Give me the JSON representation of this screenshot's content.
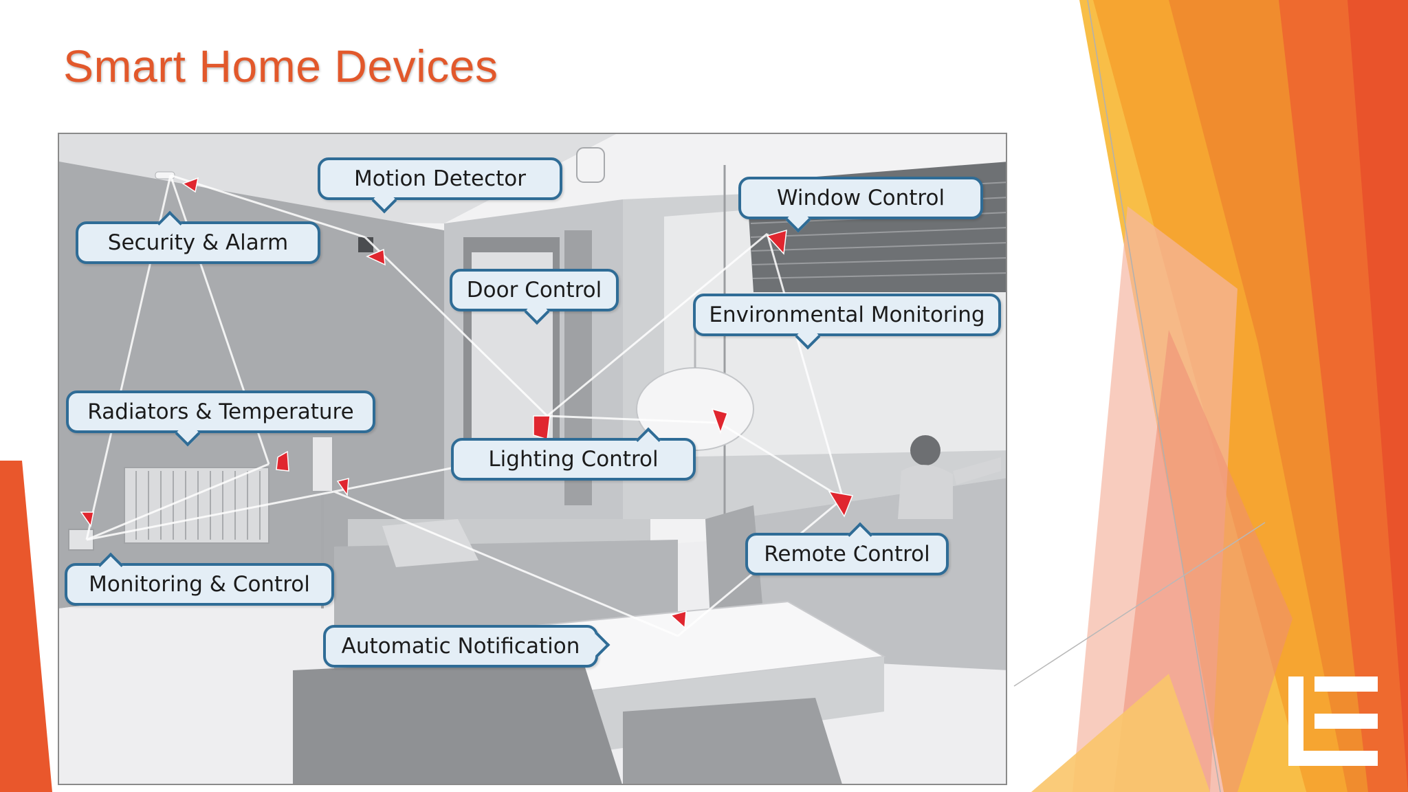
{
  "slide": {
    "title": "Smart Home Devices",
    "accent_color": "#e2582b",
    "logo_icon": "le-logo-icon"
  },
  "illustration": {
    "callouts": [
      {
        "id": "security",
        "label": "Security & Alarm"
      },
      {
        "id": "motion",
        "label": "Motion Detector"
      },
      {
        "id": "door",
        "label": "Door Control"
      },
      {
        "id": "window",
        "label": "Window Control"
      },
      {
        "id": "environment",
        "label": "Environmental Monitoring"
      },
      {
        "id": "radiators",
        "label": "Radiators & Temperature"
      },
      {
        "id": "lighting",
        "label": "Lighting Control"
      },
      {
        "id": "remote",
        "label": "Remote Control"
      },
      {
        "id": "monitoring",
        "label": "Monitoring & Control"
      },
      {
        "id": "notification",
        "label": "Automatic Notification"
      }
    ],
    "callout_color": "#2f6c96",
    "signal_color": "#e0262f"
  }
}
